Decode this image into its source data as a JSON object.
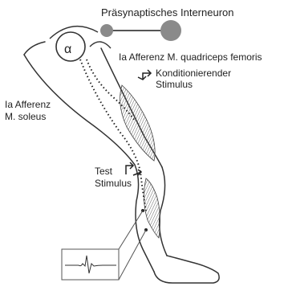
{
  "labels": {
    "interneuron": "Präsynaptisches Interneuron",
    "alpha": "α",
    "ia_quadriceps": "Ia Afferenz M. quadriceps femoris",
    "conditioning_line1": "Konditionierender",
    "conditioning_line2": "Stimulus",
    "ia_soleus_line1": "Ia Afferenz",
    "ia_soleus_line2": "M. soleus",
    "test_line1": "Test",
    "test_line2": "Stimulus"
  },
  "colors": {
    "outline": "#333333",
    "interneuron_fill": "#8a8a8a",
    "muscle_hatch": "#555555",
    "text": "#222222",
    "background": "#ffffff"
  },
  "icons": {
    "conditioning_stimulus": "stimulus-arrow-icon",
    "test_stimulus": "stimulus-arrow-icon"
  }
}
